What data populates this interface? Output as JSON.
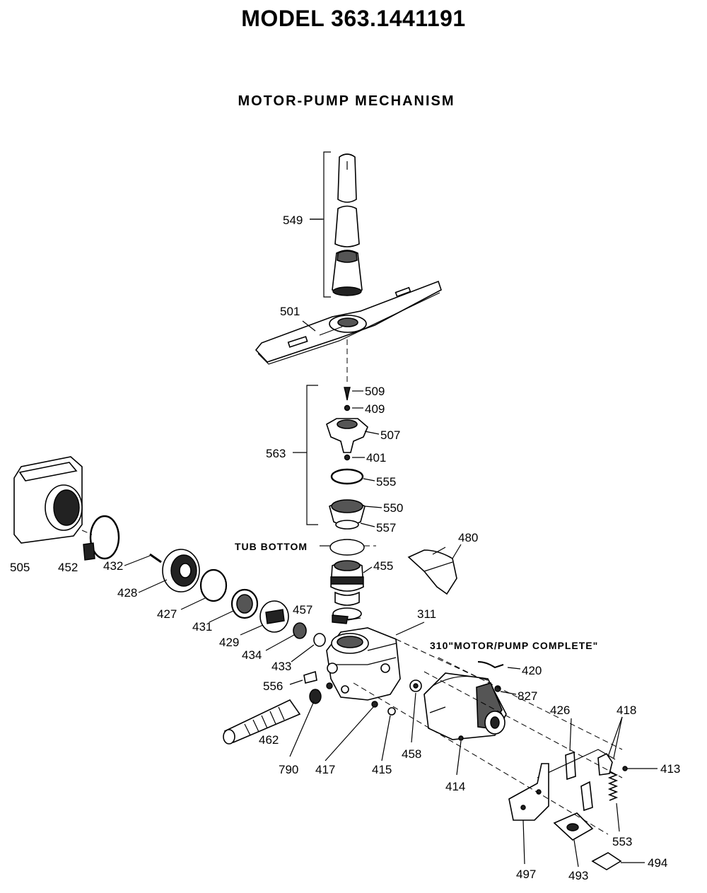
{
  "header": {
    "model_title": "MODEL 363.1441191",
    "section_title": "MOTOR-PUMP MECHANISM"
  },
  "annotations": {
    "tub_bottom": "TUB BOTTOM",
    "motor_pump_complete": "310\"MOTOR/PUMP COMPLETE\""
  },
  "parts": {
    "p549": "549",
    "p501": "501",
    "p509": "509",
    "p409": "409",
    "p507": "507",
    "p563": "563",
    "p401": "401",
    "p555": "555",
    "p550": "550",
    "p557": "557",
    "p480": "480",
    "p455": "455",
    "p505": "505",
    "p452": "452",
    "p432": "432",
    "p428": "428",
    "p427": "427",
    "p431": "431",
    "p429": "429",
    "p457": "457",
    "p311": "311",
    "p434": "434",
    "p433": "433",
    "p420": "420",
    "p827": "827",
    "p556": "556",
    "p462": "462",
    "p790": "790",
    "p417": "417",
    "p415": "415",
    "p458": "458",
    "p414": "414",
    "p426": "426",
    "p418": "418",
    "p413": "413",
    "p553": "553",
    "p497": "497",
    "p493": "493",
    "p494": "494"
  }
}
